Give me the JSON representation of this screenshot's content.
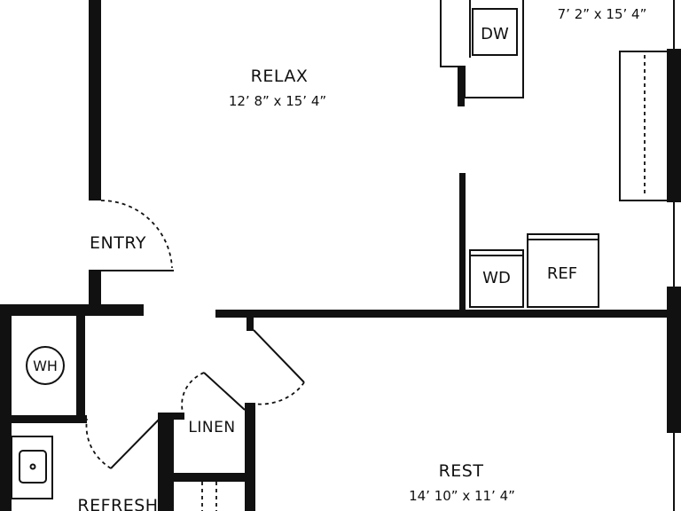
{
  "colors": {
    "wall": "#111111",
    "background": "#ffffff"
  },
  "rooms": {
    "relax": {
      "name": "RELAX",
      "dims": "12’ 8” x 15’ 4”"
    },
    "kitchen": {
      "dims": "7’ 2” x 15’ 4”"
    },
    "rest": {
      "name": "REST",
      "dims": "14’ 10” x 11’ 4”"
    },
    "entry": {
      "name": "ENTRY"
    },
    "linen": {
      "name": "LINEN"
    },
    "refresh": {
      "name": "REFRESH"
    }
  },
  "appliances": {
    "dishwasher": "DW",
    "washer_dryer": "WD",
    "refrigerator": "REF",
    "water_heater": "WH"
  }
}
